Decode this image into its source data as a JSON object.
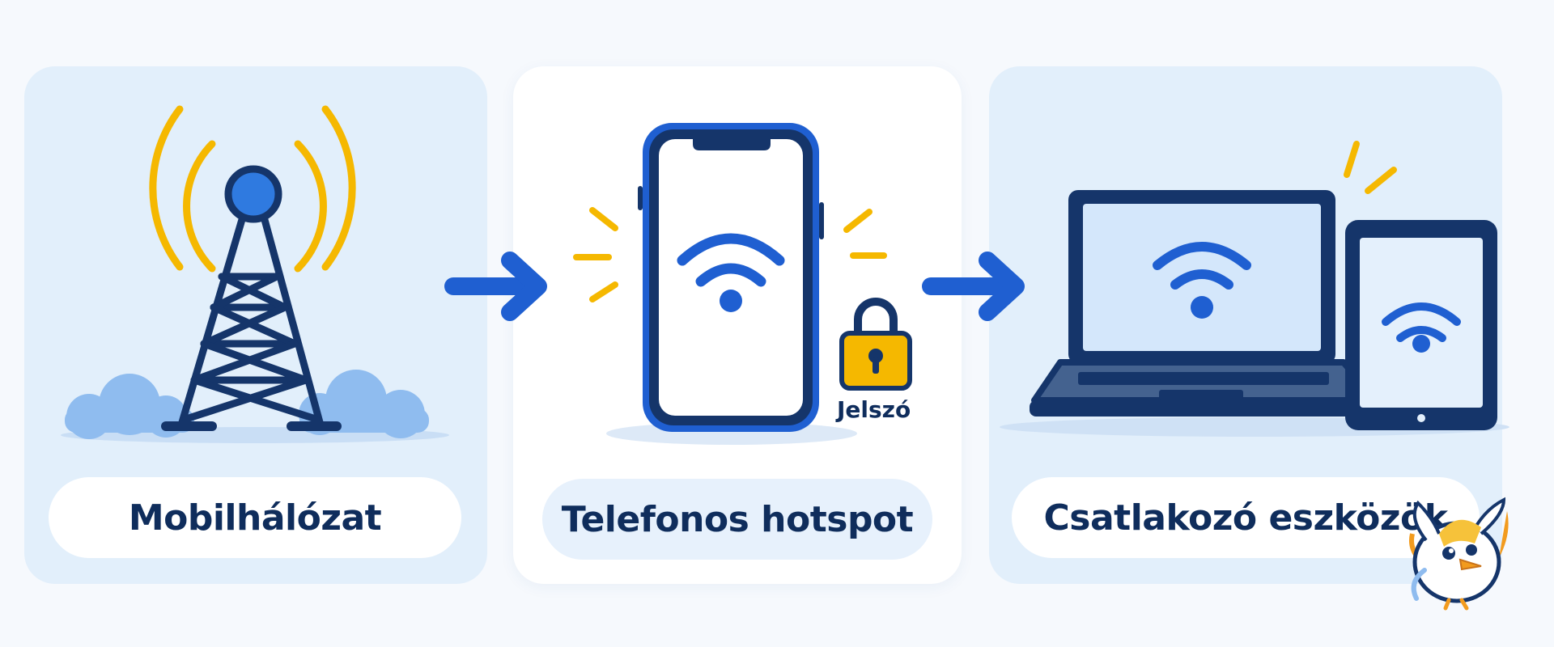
{
  "panels": [
    {
      "label": "Mobilhálózat"
    },
    {
      "label": "Telefonos hotspot"
    },
    {
      "label": "Csatlakozó eszközök"
    }
  ],
  "lock_label": "Jelszó",
  "icons": [
    "cell-tower-icon",
    "cloud-icon",
    "arrow-right-icon",
    "smartphone-icon",
    "wifi-icon",
    "lock-icon",
    "laptop-icon",
    "tablet-icon",
    "bird-mascot-icon"
  ],
  "colors": {
    "panel_bg": "#e2effb",
    "navy": "#0f2d5c",
    "accent_blue": "#1f5fd1",
    "signal_yellow": "#f5b800"
  }
}
